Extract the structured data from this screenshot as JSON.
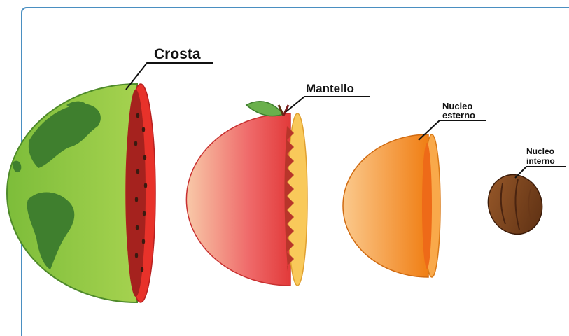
{
  "labels": {
    "crust": "Crosta",
    "mantle": "Mantello",
    "outer_core_line1": "Nucleo",
    "outer_core_line2": "esterno",
    "inner_core_line1": "Nucleo",
    "inner_core_line2": "interno"
  },
  "colors": {
    "frame": "#4a8fc1",
    "earth_green": "#8cc63f",
    "land_green": "#3f7f2e",
    "watermelon_red": "#e8322a",
    "peach_red": "#e84a4a",
    "peach_flesh": "#f9c95a",
    "orange": "#f28a1e",
    "seed_brown": "#7a4420"
  }
}
